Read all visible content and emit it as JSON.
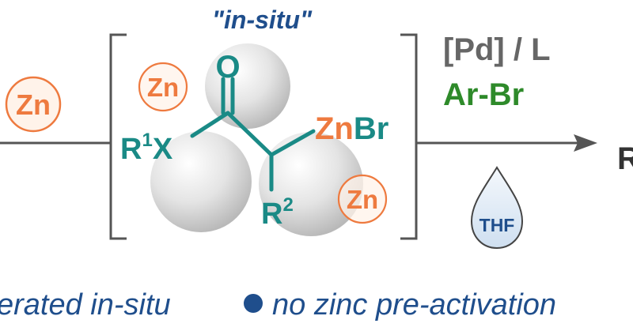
{
  "header": {
    "label": "\"in-situ\""
  },
  "zinc": {
    "symbol": "Zn"
  },
  "substrate": {
    "oxygen": "O",
    "r1": "R",
    "r1_sup": "1",
    "x": "X",
    "zn": "Zn",
    "br": "Br",
    "r2": "R",
    "r2_sup": "2"
  },
  "reagents": {
    "catalyst": "[Pd] / L",
    "aryl": "Ar-Br",
    "solvent": "THF"
  },
  "product_partial": "R",
  "footer": {
    "left": "erated in-situ",
    "right": "no zinc pre-activation"
  },
  "colors": {
    "teal": "#1a8a86",
    "orange": "#ee7a3f",
    "gray": "#666666",
    "green": "#2e8a2a",
    "navy": "#1f4e8c"
  }
}
